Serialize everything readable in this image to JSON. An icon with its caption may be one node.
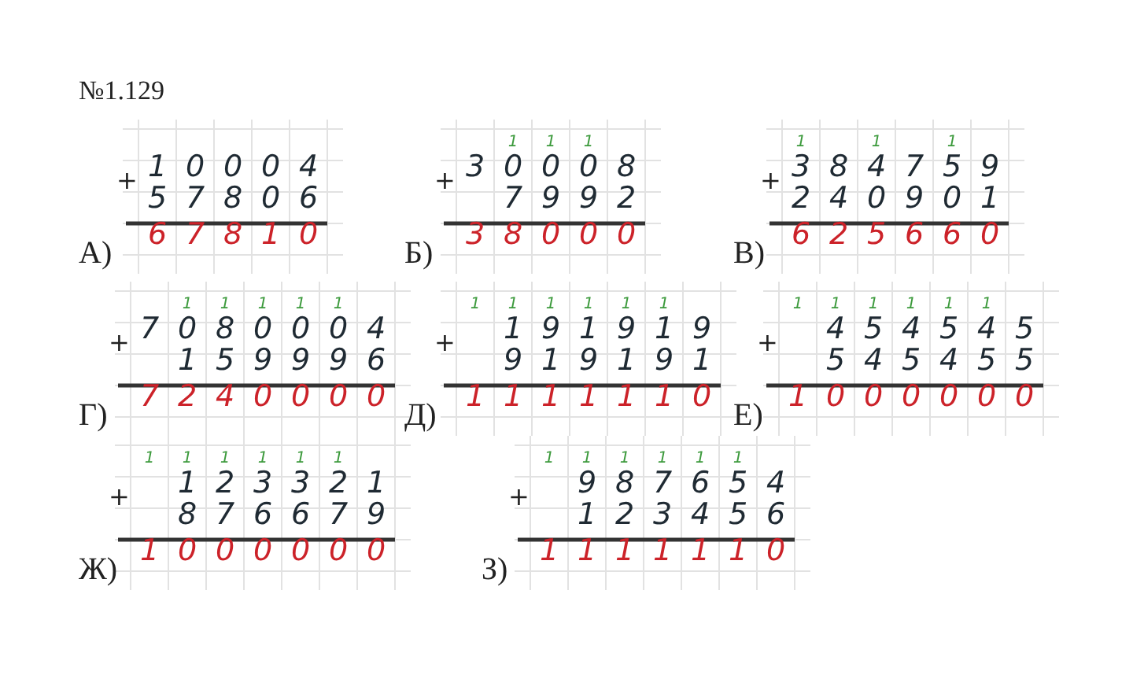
{
  "diagram": {
    "title": "№1.129",
    "labels": [
      "+",
      "1 0 0 0 4",
      "5 7 8 0 6",
      "6 7 8 1 0",
      "А)",
      "1",
      "1",
      "1",
      "+",
      "3 0 0 0 8",
      "7 9 9 2",
      "3 8 0 0 0",
      "Б)",
      "1",
      "1",
      "1",
      "+",
      "3 8 4 7 5 9",
      "2 4 0 9 0 1",
      "6 2 5 6 6 0",
      "В)",
      "1",
      "1",
      "1",
      "1",
      "1",
      "+",
      "7 0 8 0 0 0 4",
      "1 5 9 9 9 6",
      "7 2 4 0 0 0 0",
      "Г)",
      "1",
      "1",
      "1",
      "1",
      "1",
      "1",
      "+",
      "1 9 1 9 1 9",
      "9 1 9 1 9 1",
      "1 1 1 1 1 1 0",
      "Д)",
      "1",
      "1",
      "1",
      "1",
      "1",
      "1",
      "+",
      "4 5 4 5 4 5",
      "5 4 5 4 5 5",
      "1 0 0 0 0 0 0",
      "Е)",
      "1",
      "1",
      "1",
      "1",
      "1",
      "1",
      "+",
      "1 2 3 3 2 1",
      "8 7 6 6 7 9",
      "1 0 0 0 0 0 0",
      "Ж)",
      "1",
      "1",
      "1",
      "1",
      "1",
      "1",
      "+",
      "9 8 7 6 5 4",
      "1 2 3 4 5 6",
      "1 1 1 1 1 1 0",
      "З)"
    ]
  }
}
